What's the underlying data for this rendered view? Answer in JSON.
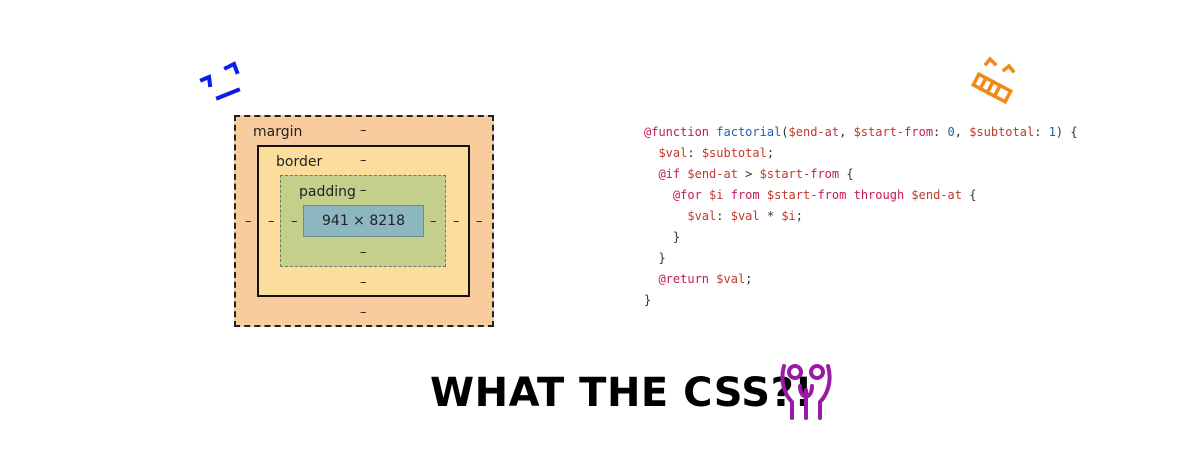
{
  "box_model": {
    "margin_label": "margin",
    "border_label": "border",
    "padding_label": "padding",
    "content_size": "941 × 8218",
    "empty_value": "–"
  },
  "code": {
    "lines": [
      "@function factorial($end-at, $start-from: 0, $subtotal: 1) {",
      "  $val: $subtotal;",
      "  @if $end-at > $start-from {",
      "    @for $i from $start-from through $end-at {",
      "      $val: $val * $i;",
      "    }",
      "  }",
      "  @return $val;",
      "}"
    ]
  },
  "headline": "WHAT THE CSS?!",
  "icons": {
    "left": "blue-tense-face-icon",
    "right": "orange-grimace-face-icon",
    "title": "purple-screaming-face-icon"
  },
  "colors": {
    "margin": "#f9cc9d",
    "border": "#fddd9b",
    "padding": "#c3cf8b",
    "content": "#8cb6c0",
    "blue_icon": "#0a1fe6",
    "orange_icon": "#f08a12",
    "purple_icon": "#9a1aa8"
  }
}
